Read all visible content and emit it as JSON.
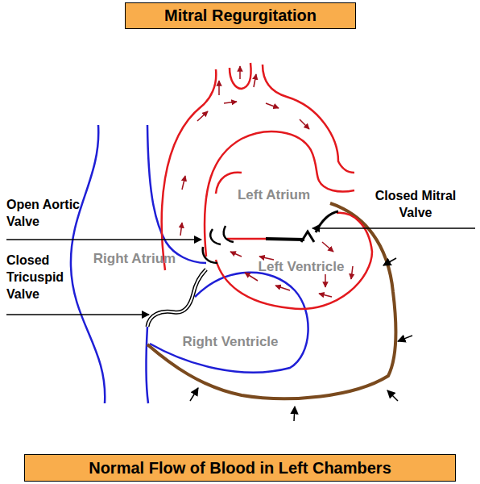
{
  "diagram": {
    "title": "Mitral Regurgitation",
    "caption": "Normal Flow of Blood in Left Chambers",
    "nodes": [
      {
        "text": [
          "Left Atrium"
        ]
      },
      {
        "text": [
          "Right Atrium"
        ]
      },
      {
        "text": [
          "Left Ventricle"
        ]
      },
      {
        "text": [
          "Right Ventricle"
        ]
      }
    ],
    "labels": [
      "Open Aortic Valve",
      "Closed Mitral Valve",
      "Closed Tricuspid Valve"
    ]
  }
}
